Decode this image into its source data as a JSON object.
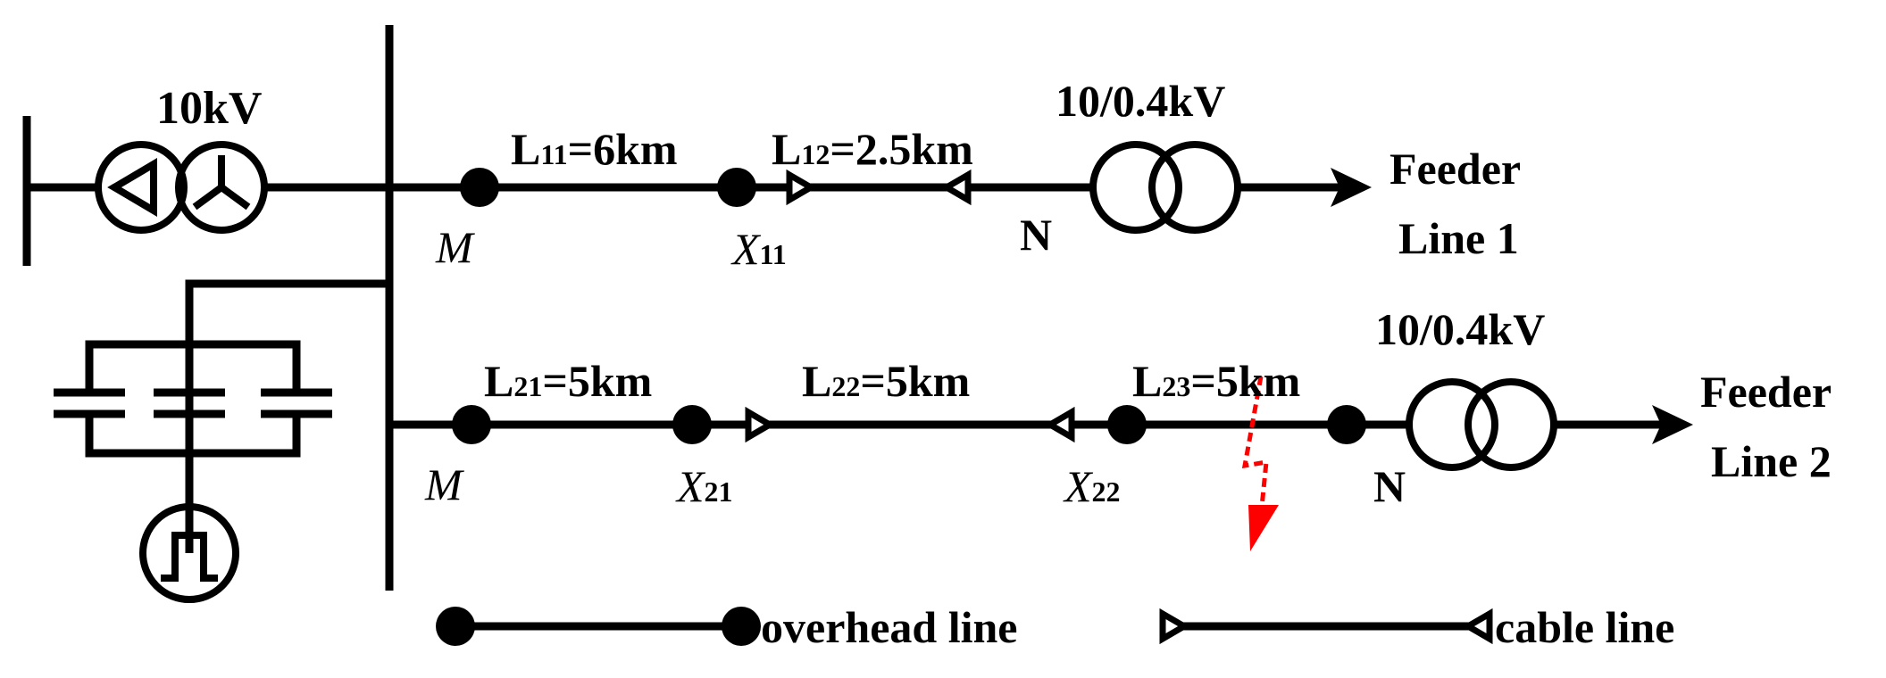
{
  "source": {
    "voltage": "10kV"
  },
  "feeder1": {
    "seg1": {
      "name": "L",
      "sub": "11",
      "value": "=6km"
    },
    "seg2": {
      "name": "L",
      "sub": "12",
      "value": "=2.5km"
    },
    "node_m": "M",
    "node_x": {
      "name": "X",
      "sub": "11"
    },
    "node_n": "N",
    "transformer": "10/0.4kV",
    "label_line1": "Feeder",
    "label_line2": "Line 1"
  },
  "feeder2": {
    "seg1": {
      "name": "L",
      "sub": "21",
      "value": "=5km"
    },
    "seg2": {
      "name": "L",
      "sub": "22",
      "value": "=5km"
    },
    "seg3": {
      "name": "L",
      "sub": "23",
      "value": "=5km"
    },
    "node_m": "M",
    "node_x1": {
      "name": "X",
      "sub": "21"
    },
    "node_x2": {
      "name": "X",
      "sub": "22"
    },
    "node_n": "N",
    "transformer": "10/0.4kV",
    "label_line1": "Feeder",
    "label_line2": "Line 2"
  },
  "legend": {
    "overhead": "overhead line",
    "cable": "cable line"
  },
  "colors": {
    "line": "#000000",
    "fault": "#ff0000"
  }
}
